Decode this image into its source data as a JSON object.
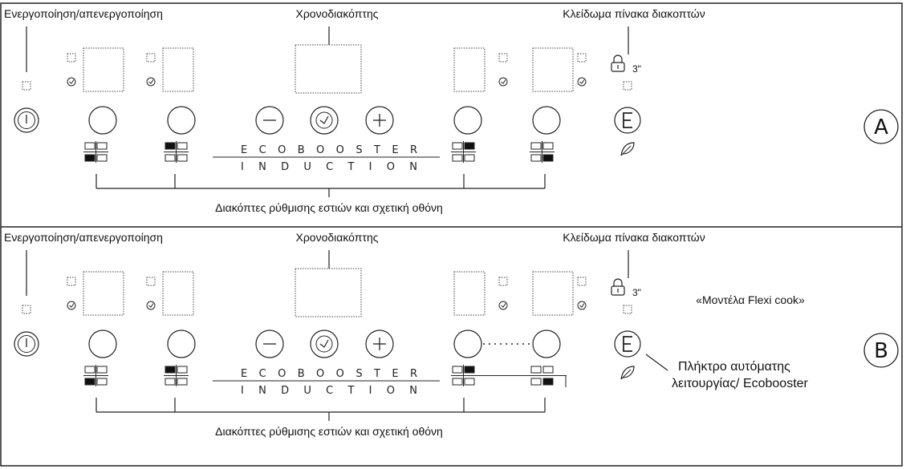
{
  "panels": [
    {
      "id": "A",
      "letter": "A",
      "labels": {
        "power": "Ενεργοποίηση/απενεργοποίηση",
        "timer": "Χρονοδιακόπτης",
        "lock": "Κλείδωμα πίνακα διακοπτών",
        "zones": "Διακόπτες ρύθμισης εστιών και σχετική οθόνη"
      },
      "lock_time": "3\"",
      "eco_row": "E C O   B O O S T E R",
      "induction_row": "I N D U C T I O N",
      "flexi": false
    },
    {
      "id": "B",
      "letter": "B",
      "labels": {
        "power": "Ενεργοποίηση/απενεργοποίηση",
        "timer": "Χρονοδιακόπτης",
        "lock": "Κλείδωμα πίνακα διακοπτών",
        "zones": "Διακόπτες ρύθμισης εστιών και σχετική οθόνη"
      },
      "lock_time": "3\"",
      "eco_row": "E C O   B O O S T E R",
      "induction_row": "I N D U C T I O N",
      "flexi": true,
      "flexi_note": "«Μοντέλα Flexi cook»",
      "auto_key_line1": "Πλήκτρο αυτόματης",
      "auto_key_line2": "λειτουργίας/ Ecobooster"
    }
  ],
  "icons": {
    "power": "power-button-icon",
    "timer": "clock-icon",
    "minus": "minus-icon",
    "plus": "plus-icon",
    "lock": "padlock-icon",
    "auto": "e-letter-icon",
    "eco": "leaf-icon"
  }
}
